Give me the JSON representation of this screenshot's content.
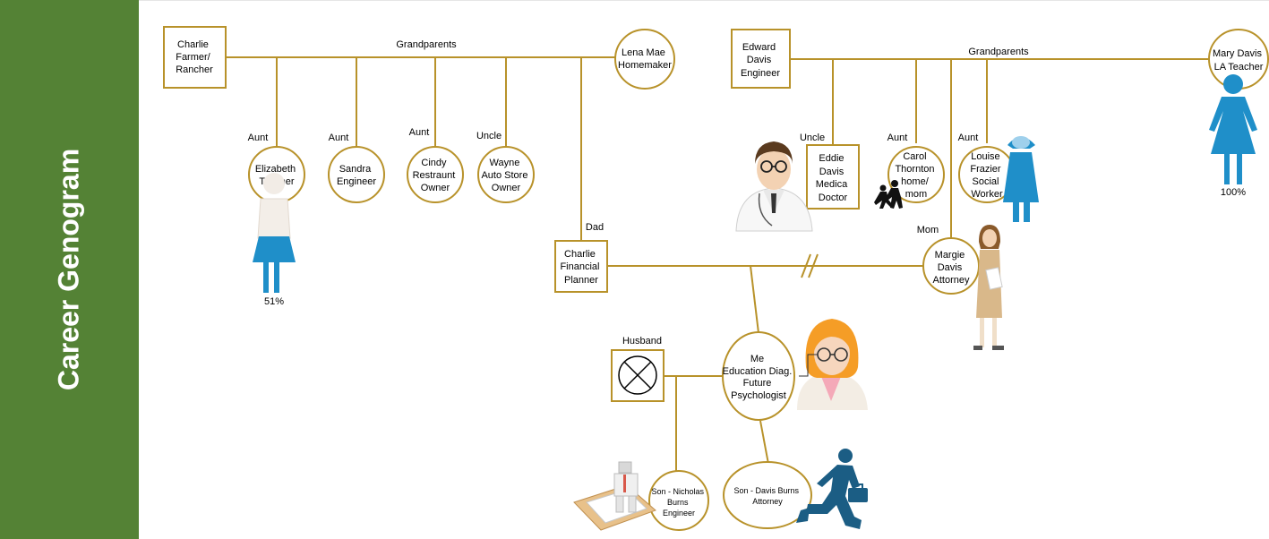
{
  "sidebar": {
    "title": "Career Genogram"
  },
  "colors": {
    "sidebar": "#548235",
    "line": "#b8922a",
    "figure_blue": "#1f8fc9",
    "figure_dark": "#1b5d84",
    "figure_tan": "#d9b88a"
  },
  "relations": {
    "grandparents_left": "Grandparents",
    "grandparents_right": "Grandparents",
    "aunt_elizabeth": "Aunt",
    "aunt_sandra": "Aunt",
    "aunt_cindy": "Aunt",
    "uncle_wayne": "Uncle",
    "uncle_eddie": "Uncle",
    "aunt_carol": "Aunt",
    "aunt_louise": "Aunt",
    "dad": "Dad",
    "mom": "Mom",
    "husband": "Husband"
  },
  "nodes": {
    "charlie_gp": [
      "Charlie",
      "Farmer/",
      "Rancher"
    ],
    "lena_mae": [
      "Lena Mae",
      "Homemaker"
    ],
    "elizabeth": [
      "Elizabeth",
      "Teacher"
    ],
    "sandra": [
      "Sandra",
      "Engineer"
    ],
    "cindy": [
      "Cindy",
      "Restraunt",
      "Owner"
    ],
    "wayne": [
      "Wayne",
      "Auto Store",
      "Owner"
    ],
    "edward": [
      "Edward",
      "Davis",
      "Engineer"
    ],
    "mary": [
      "Mary Davis",
      "LA Teacher"
    ],
    "eddie": [
      "Eddie",
      "Davis",
      "Medica",
      "Doctor"
    ],
    "carol": [
      "Carol",
      "Thornton",
      "home/",
      "mom"
    ],
    "louise": [
      "Louise",
      "Frazier",
      "Social",
      "Worker"
    ],
    "charlie_dad": [
      "Charlie",
      "Financial",
      "Planner"
    ],
    "margie": [
      "Margie",
      "Davis",
      "Attorney"
    ],
    "me": [
      "Me",
      "Education Diag.",
      "Future",
      "Psychologist"
    ],
    "nicholas": [
      "Son - Nicholas",
      "Burns",
      "Engineer"
    ],
    "davis_son": [
      "Son - Davis Burns",
      "Attorney"
    ]
  },
  "percentages": {
    "elizabeth": "51%",
    "mary": "100%"
  },
  "icons": {
    "teacher_figure_left": "woman-figure-icon",
    "teacher_figure_right": "woman-figure-icon",
    "doctor": "doctor-icon",
    "walking_family": "walking-people-icon",
    "social_worker": "nurse-figure-icon",
    "attorney_woman": "businesswoman-icon",
    "self_portrait": "girl-with-glasses-icon",
    "husband_deceased": "crossed-square-icon",
    "engineer": "drafting-figure-icon",
    "businessman": "running-businessman-icon"
  }
}
